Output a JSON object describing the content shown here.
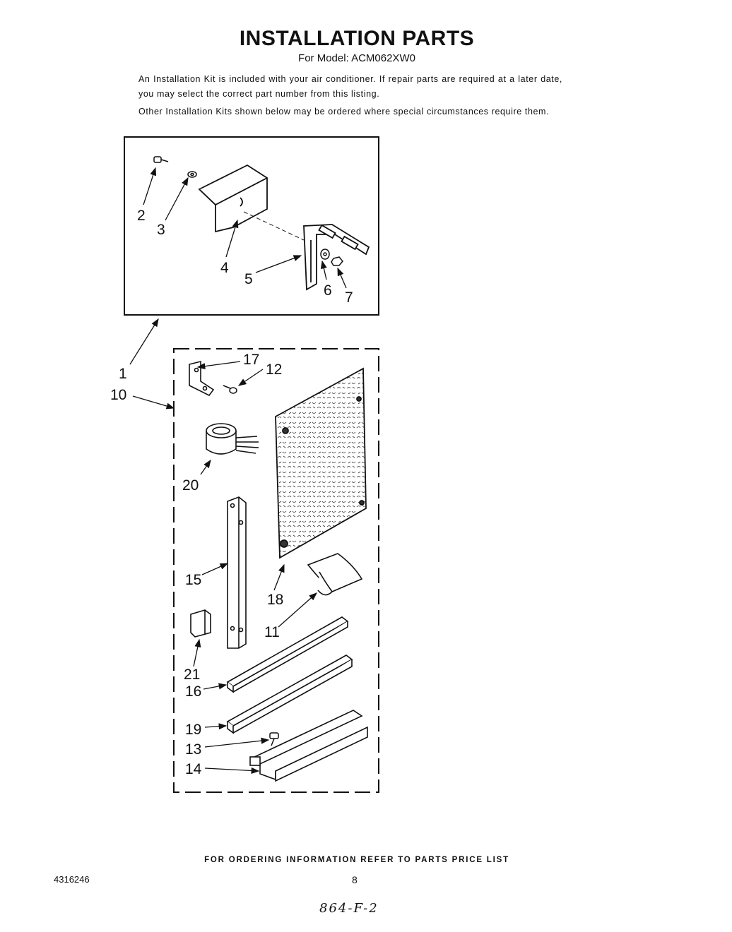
{
  "header": {
    "title": "INSTALLATION PARTS",
    "model": "For Model: ACM062XW0"
  },
  "intro": {
    "paragraph1": "An Installation Kit is included with your air conditioner. If repair parts are required at a later date, you may select the correct part number from this listing.",
    "paragraph2": "Other Installation Kits shown below may be ordered where special circumstances require them."
  },
  "callouts": [
    "1",
    "2",
    "3",
    "4",
    "5",
    "6",
    "7",
    "10",
    "11",
    "12",
    "13",
    "14",
    "15",
    "16",
    "17",
    "18",
    "19",
    "20",
    "21"
  ],
  "footer": {
    "ordering_note": "FOR ORDERING INFORMATION REFER TO PARTS PRICE LIST",
    "doc_number": "4316246",
    "page_number": "8",
    "handwritten_note": "864-F-2"
  }
}
